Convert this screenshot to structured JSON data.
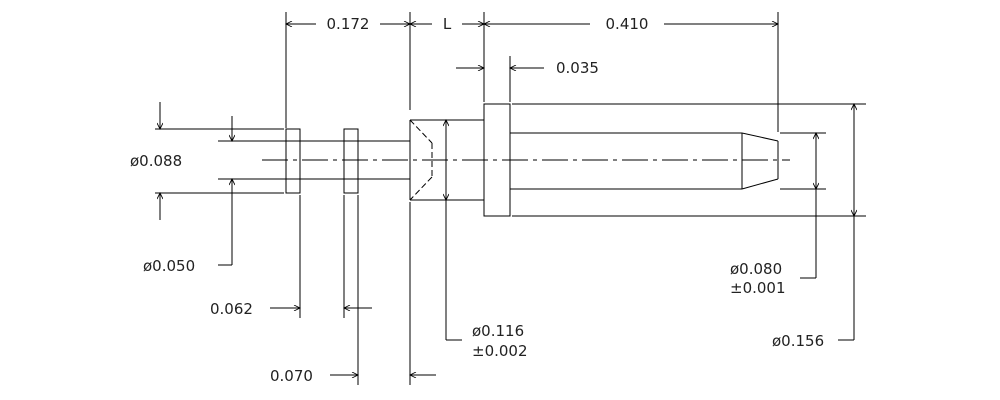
{
  "dimensions": {
    "d0_172": "0.172",
    "L": "L",
    "d0_410": "0.410",
    "d0_035": "0.035",
    "dia_0_088": "ø0.088",
    "dia_0_050": "ø0.050",
    "d0_062": "0.062",
    "d0_070": "0.070",
    "dia_0_116": "ø0.116",
    "tol_0_116": "±0.002",
    "dia_0_080": "ø0.080",
    "tol_0_080": "±0.001",
    "dia_0_156": "ø0.156"
  }
}
